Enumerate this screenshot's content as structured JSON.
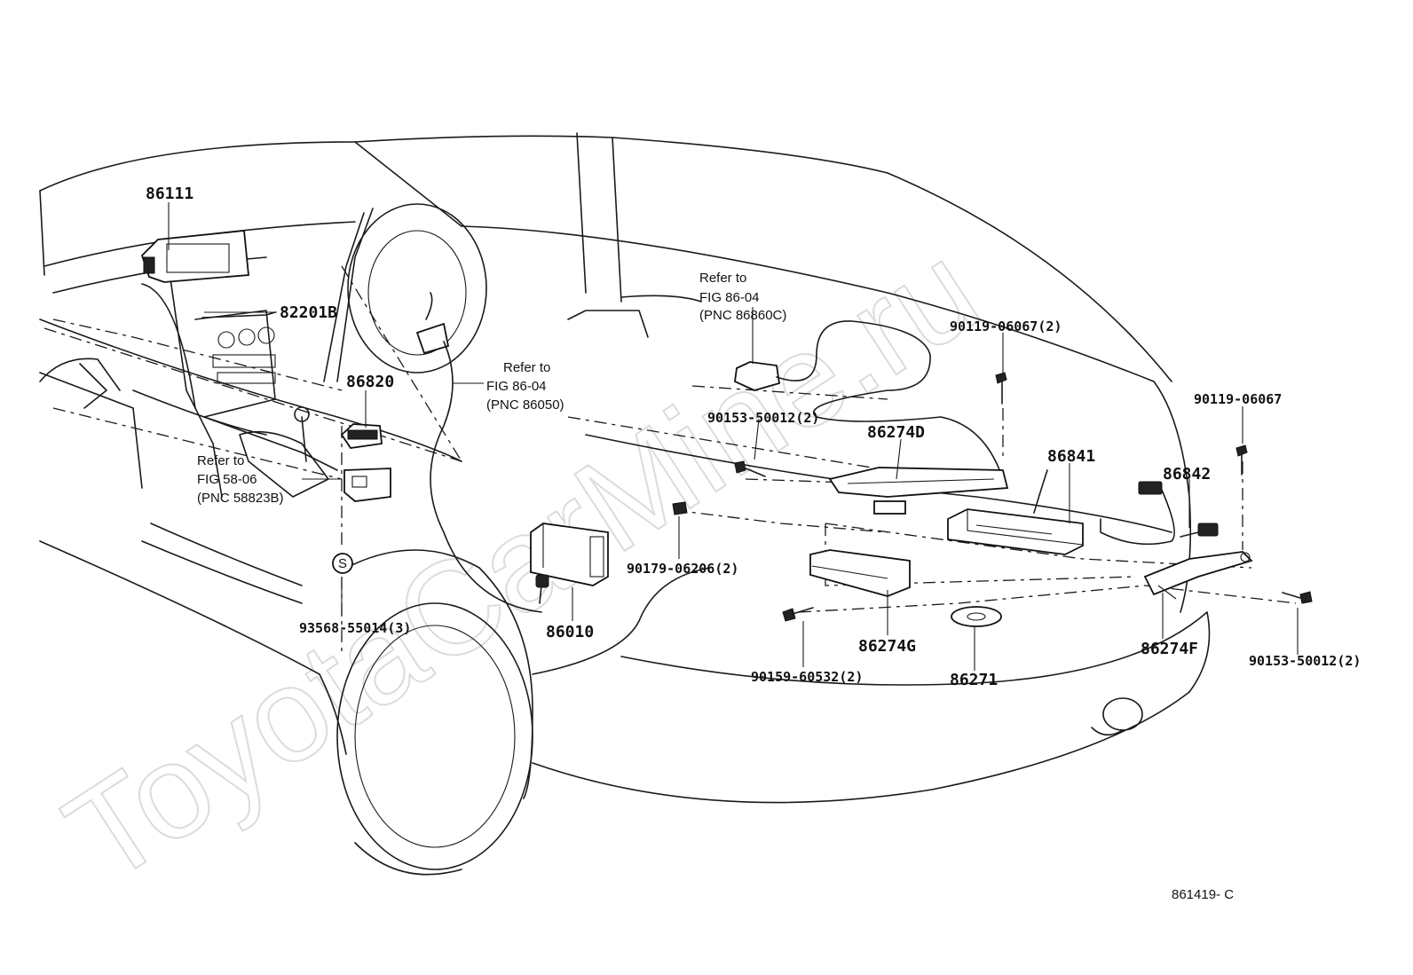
{
  "watermark": "ToyotaCarMine.ru",
  "diagram_code": "861419- C",
  "callouts": {
    "p86111": "86111",
    "p82201b": "82201B",
    "p86820": "86820",
    "p86010": "86010",
    "p86274d": "86274D",
    "p86841": "86841",
    "p86842": "86842",
    "p86274g": "86274G",
    "p86271": "86271",
    "p86274f": "86274F",
    "b90119_2": "90119-06067(2)",
    "b90119": "90119-06067",
    "b90153_a": "90153-50012(2)",
    "b90179": "90179-06206(2)",
    "b93568": "93568-55014(3)",
    "b90159": "90159-60532(2)",
    "b90153_b": "90153-50012(2)",
    "s_marker": "S"
  },
  "references": {
    "ref_86860c": {
      "line1": "Refer to",
      "line2": "FIG 86-04",
      "line3": "(PNC 86860C)"
    },
    "ref_86050": {
      "line1": "Refer to",
      "line2": "FIG 86-04",
      "line3": "(PNC 86050)"
    },
    "ref_58823b": {
      "line1": "Refer to",
      "line2": "FIG 58-06",
      "line3": "(PNC 58823B)"
    }
  }
}
